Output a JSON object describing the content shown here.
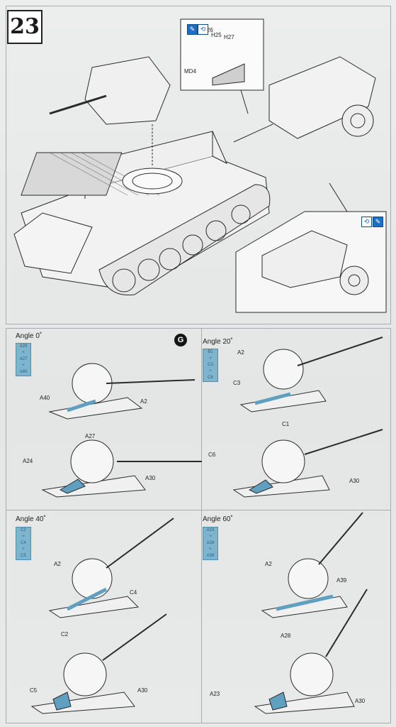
{
  "step": {
    "number": "23"
  },
  "callout_top": {
    "labels": [
      "H26",
      "H25",
      "H27",
      "MD4"
    ]
  },
  "badge": "G",
  "panels": [
    {
      "angle": "Angle 0˚",
      "chips": [
        "A29",
        "A27",
        "A40"
      ],
      "labels_upper": [
        "A40",
        "A2"
      ],
      "labels_lower": [
        "A27",
        "A24",
        "A30"
      ]
    },
    {
      "angle": "Angle 20˚",
      "chips": [
        "B1",
        "C3",
        "C6"
      ],
      "labels_upper": [
        "A2",
        "C3"
      ],
      "labels_lower": [
        "C1",
        "C6",
        "A30"
      ]
    },
    {
      "angle": "Angle 40˚",
      "chips": [
        "C2",
        "C4",
        "C5"
      ],
      "labels_upper": [
        "A2",
        "C4"
      ],
      "labels_lower": [
        "C2",
        "C5",
        "A30"
      ]
    },
    {
      "angle": "Angle 60˚",
      "chips": [
        "A23",
        "A28",
        "A39"
      ],
      "labels_upper": [
        "A2",
        "A39"
      ],
      "labels_lower": [
        "A28",
        "A23",
        "A30"
      ]
    }
  ],
  "colors": {
    "accent_blue": "#7fb4cf",
    "parts_blue": "#5f9fbf",
    "icon_blue": "#1e6fc2"
  }
}
